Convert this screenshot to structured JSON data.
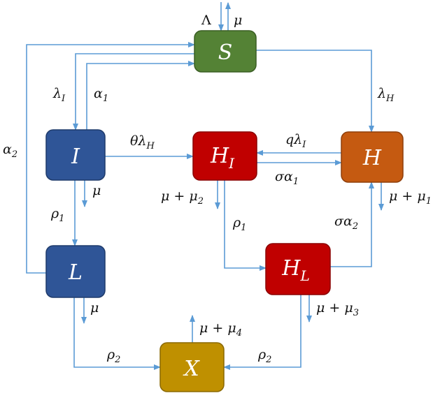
{
  "colors": {
    "arrow": "#5b9bd5",
    "green": "#548235",
    "blue": "#2f5597",
    "red": "#c00000",
    "orange": "#c55a11",
    "gold": "#bf9000",
    "text": "#111111"
  },
  "nodes": {
    "S": {
      "main": "S",
      "sub": ""
    },
    "I": {
      "main": "I",
      "sub": ""
    },
    "HI": {
      "main": "H",
      "sub": "I"
    },
    "H": {
      "main": "H",
      "sub": ""
    },
    "L": {
      "main": "L",
      "sub": ""
    },
    "HL": {
      "main": "H",
      "sub": "L"
    },
    "X": {
      "main": "X",
      "sub": ""
    }
  },
  "labels": {
    "Lambda": {
      "main": "Λ",
      "sub": ""
    },
    "mu_S": {
      "main": "μ",
      "sub": ""
    },
    "lambda_I": {
      "main": "λ",
      "sub": "I"
    },
    "alpha_1": {
      "main": "α",
      "sub": "1"
    },
    "alpha_2": {
      "main": "α",
      "sub": "2"
    },
    "lambda_H": {
      "main": "λ",
      "sub": "H"
    },
    "theta_lambda_H": {
      "main": "θλ",
      "sub": "H"
    },
    "q_lambda_I": {
      "main": "qλ",
      "sub": "I"
    },
    "sigma_alpha_1": {
      "main": "σα",
      "sub": "1"
    },
    "mu_I": {
      "main": "μ",
      "sub": ""
    },
    "rho_1_left": {
      "main": "ρ",
      "sub": "1"
    },
    "mu_plus_mu_2": {
      "main": "μ + μ",
      "sub": "2"
    },
    "rho_1_mid": {
      "main": "ρ",
      "sub": "1"
    },
    "sigma_alpha_2": {
      "main": "σα",
      "sub": "2"
    },
    "mu_plus_mu_1": {
      "main": "μ + μ",
      "sub": "1"
    },
    "mu_L": {
      "main": "μ",
      "sub": ""
    },
    "mu_plus_mu_3": {
      "main": "μ + μ",
      "sub": "3"
    },
    "mu_plus_mu_4": {
      "main": "μ + μ",
      "sub": "4"
    },
    "rho_2_left": {
      "main": "ρ",
      "sub": "2"
    },
    "rho_2_right": {
      "main": "ρ",
      "sub": "2"
    }
  }
}
